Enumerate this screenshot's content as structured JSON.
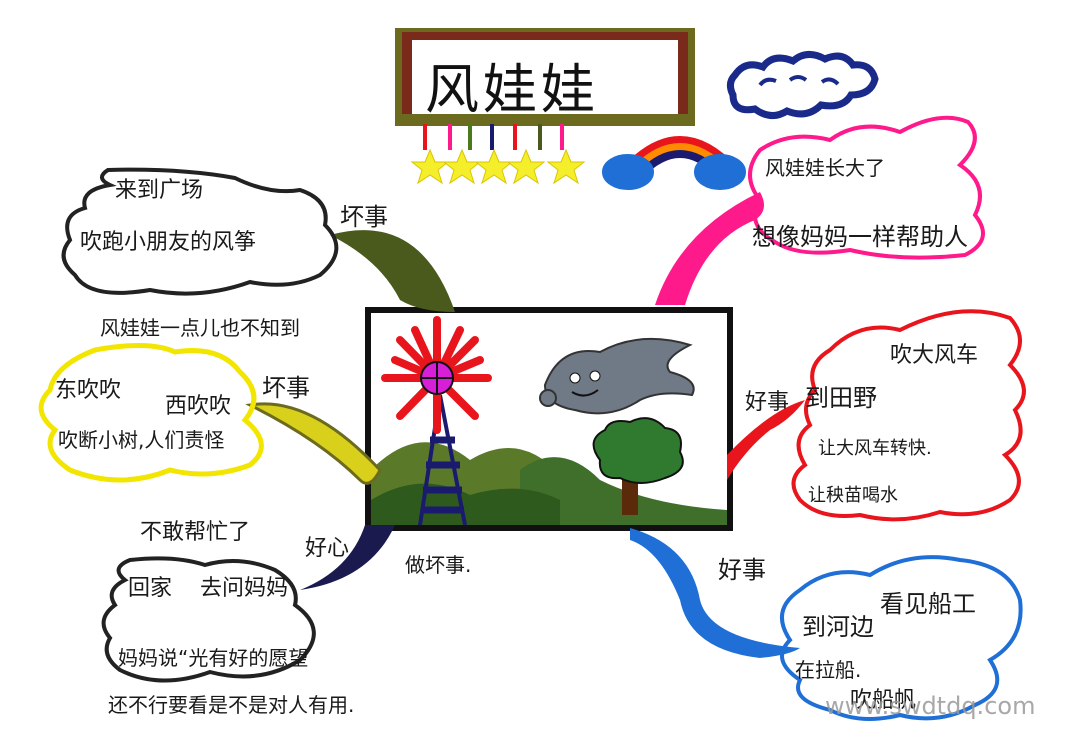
{
  "title": "风娃娃",
  "branches": {
    "top_left": {
      "label": "坏事",
      "lines": [
        "来到广场",
        "吹跑小朋友的风筝"
      ]
    },
    "mid_left": {
      "label": "坏事",
      "lines": [
        "风娃娃一点儿也不知到",
        "东吹吹",
        "西吹吹",
        "吹断小树,人们责怪"
      ]
    },
    "bottom_left": {
      "label": "好心",
      "lines": [
        "不敢帮忙了",
        "回家",
        "去问妈妈",
        "妈妈说“光有好的愿望",
        "还不行要看是不是对人有用."
      ]
    },
    "center_label": "做坏事.",
    "top_right": {
      "lines": [
        "风娃娃长大了",
        "想像妈妈一样帮助人"
      ]
    },
    "mid_right": {
      "label": "好事",
      "lines": [
        "到田野",
        "吹大风车",
        "让大风车转快.",
        "让秧苗喝水"
      ]
    },
    "bottom_right": {
      "label": "好事",
      "lines": [
        "到河边",
        "看见船工",
        "在拉船.",
        "吹船帆"
      ]
    }
  },
  "watermark": "www.swdtdq.com",
  "colors": {
    "pink": "#ff1a8c",
    "red": "#e8161c",
    "blue": "#1f6fd6",
    "olive": "#4a5a1c",
    "yellow": "#f2e600",
    "navy": "#1a1a6e",
    "frame_olive": "#6b6a1f",
    "frame_brown": "#7a2a1a"
  }
}
